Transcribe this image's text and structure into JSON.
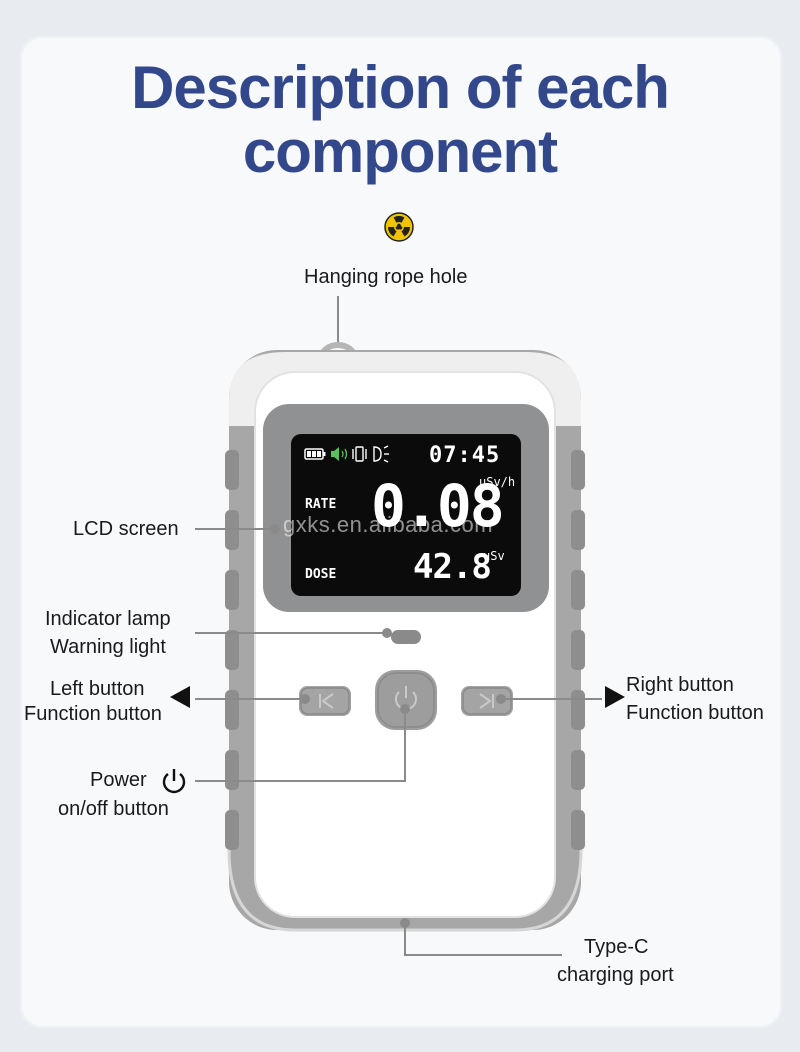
{
  "header": {
    "title_line1": "Description of each",
    "title_line2": "component"
  },
  "labels": {
    "hanging_hole": "Hanging rope hole",
    "lcd": "LCD screen",
    "indicator_1": "Indicator lamp",
    "indicator_2": "Warning light",
    "left_1": "Left button",
    "left_2": "Function button",
    "right_1": "Right button",
    "right_2": "Function button",
    "power_1": "Power",
    "power_2": "on/off button",
    "typec_1": "Type-C",
    "typec_2": "charging port"
  },
  "display": {
    "time": "07:45",
    "rate_label": "RATE",
    "rate_value": "0.08",
    "rate_unit": "uSv/h",
    "dose_label": "DOSE",
    "dose_value": "42.8",
    "dose_unit": "uSv"
  },
  "watermark": "gxks.en.alibaba.com",
  "colors": {
    "title": "#33488a",
    "device_body": "#ffffff",
    "device_bumper": "#a3a3a3",
    "lcd_bezel": "#8f9192",
    "lcd_screen": "#0b0b0b",
    "callout_line": "#8a8a8a"
  },
  "icons": [
    "radiation-icon",
    "battery-icon",
    "speaker-icon",
    "vibrate-icon",
    "light-icon",
    "left-arrow-icon",
    "right-arrow-icon",
    "power-icon"
  ]
}
